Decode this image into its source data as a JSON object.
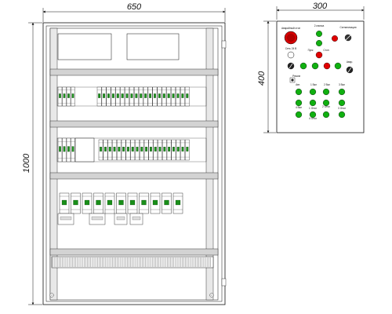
{
  "dimensions": {
    "cabinet_width": "650",
    "cabinet_height": "1000",
    "panel_width": "300",
    "panel_height": "400"
  },
  "control_panel": {
    "labels": [
      "Аварийный стоп",
      "2 кнопка",
      "Сигнализация",
      "Сеть 24 В",
      "Пуск",
      "Стоп",
      "Авар.",
      "Режим",
      "Авт.",
      "1 Вкл",
      "2 Вкл",
      "3 Вкл",
      "4 Вкл",
      "1 Откл",
      "2 Откл",
      "3 Откл",
      "4 Откл"
    ]
  }
}
